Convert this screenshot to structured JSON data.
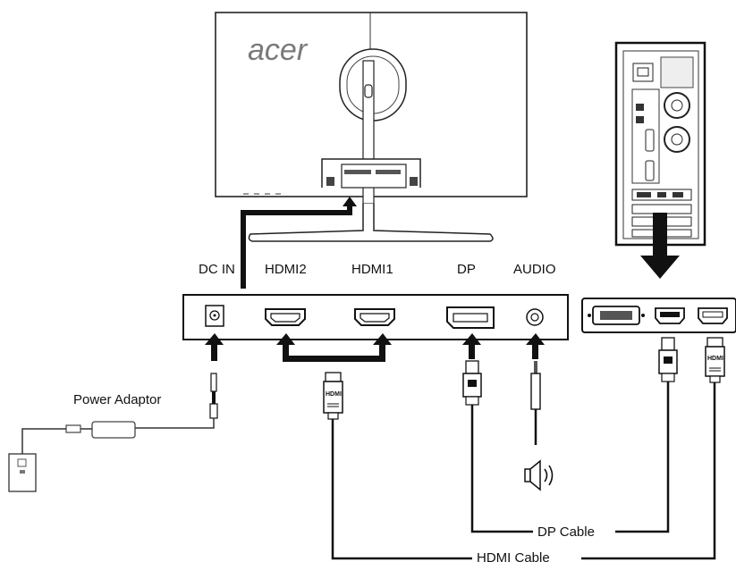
{
  "monitor": {
    "brand": "acer"
  },
  "ports": {
    "dc_in": "DC IN",
    "hdmi2": "HDMI2",
    "hdmi1": "HDMI1",
    "dp": "DP",
    "audio": "AUDIO"
  },
  "plug_labels": {
    "hdmi": "HDMI"
  },
  "cables": {
    "power_adaptor": "Power Adaptor",
    "dp_cable": "DP Cable",
    "hdmi_cable": "HDMI Cable"
  }
}
